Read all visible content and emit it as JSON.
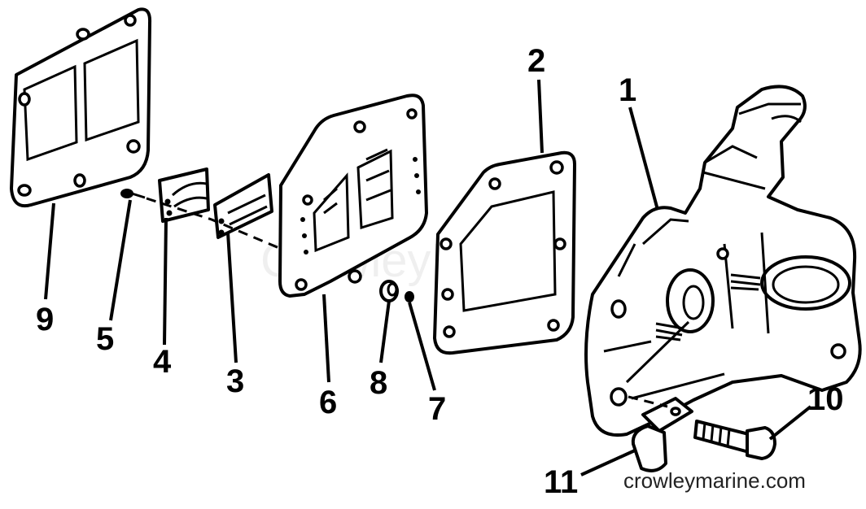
{
  "callouts": {
    "c1": "1",
    "c2": "2",
    "c3": "3",
    "c4": "4",
    "c5": "5",
    "c6": "6",
    "c7": "7",
    "c8": "8",
    "c9": "9",
    "c10": "10",
    "c11": "11"
  },
  "watermark": "CrowleyMarine",
  "footer": {
    "site": "crowleymarine.com"
  },
  "colors": {
    "ink": "#000000",
    "paper": "#ffffff"
  }
}
